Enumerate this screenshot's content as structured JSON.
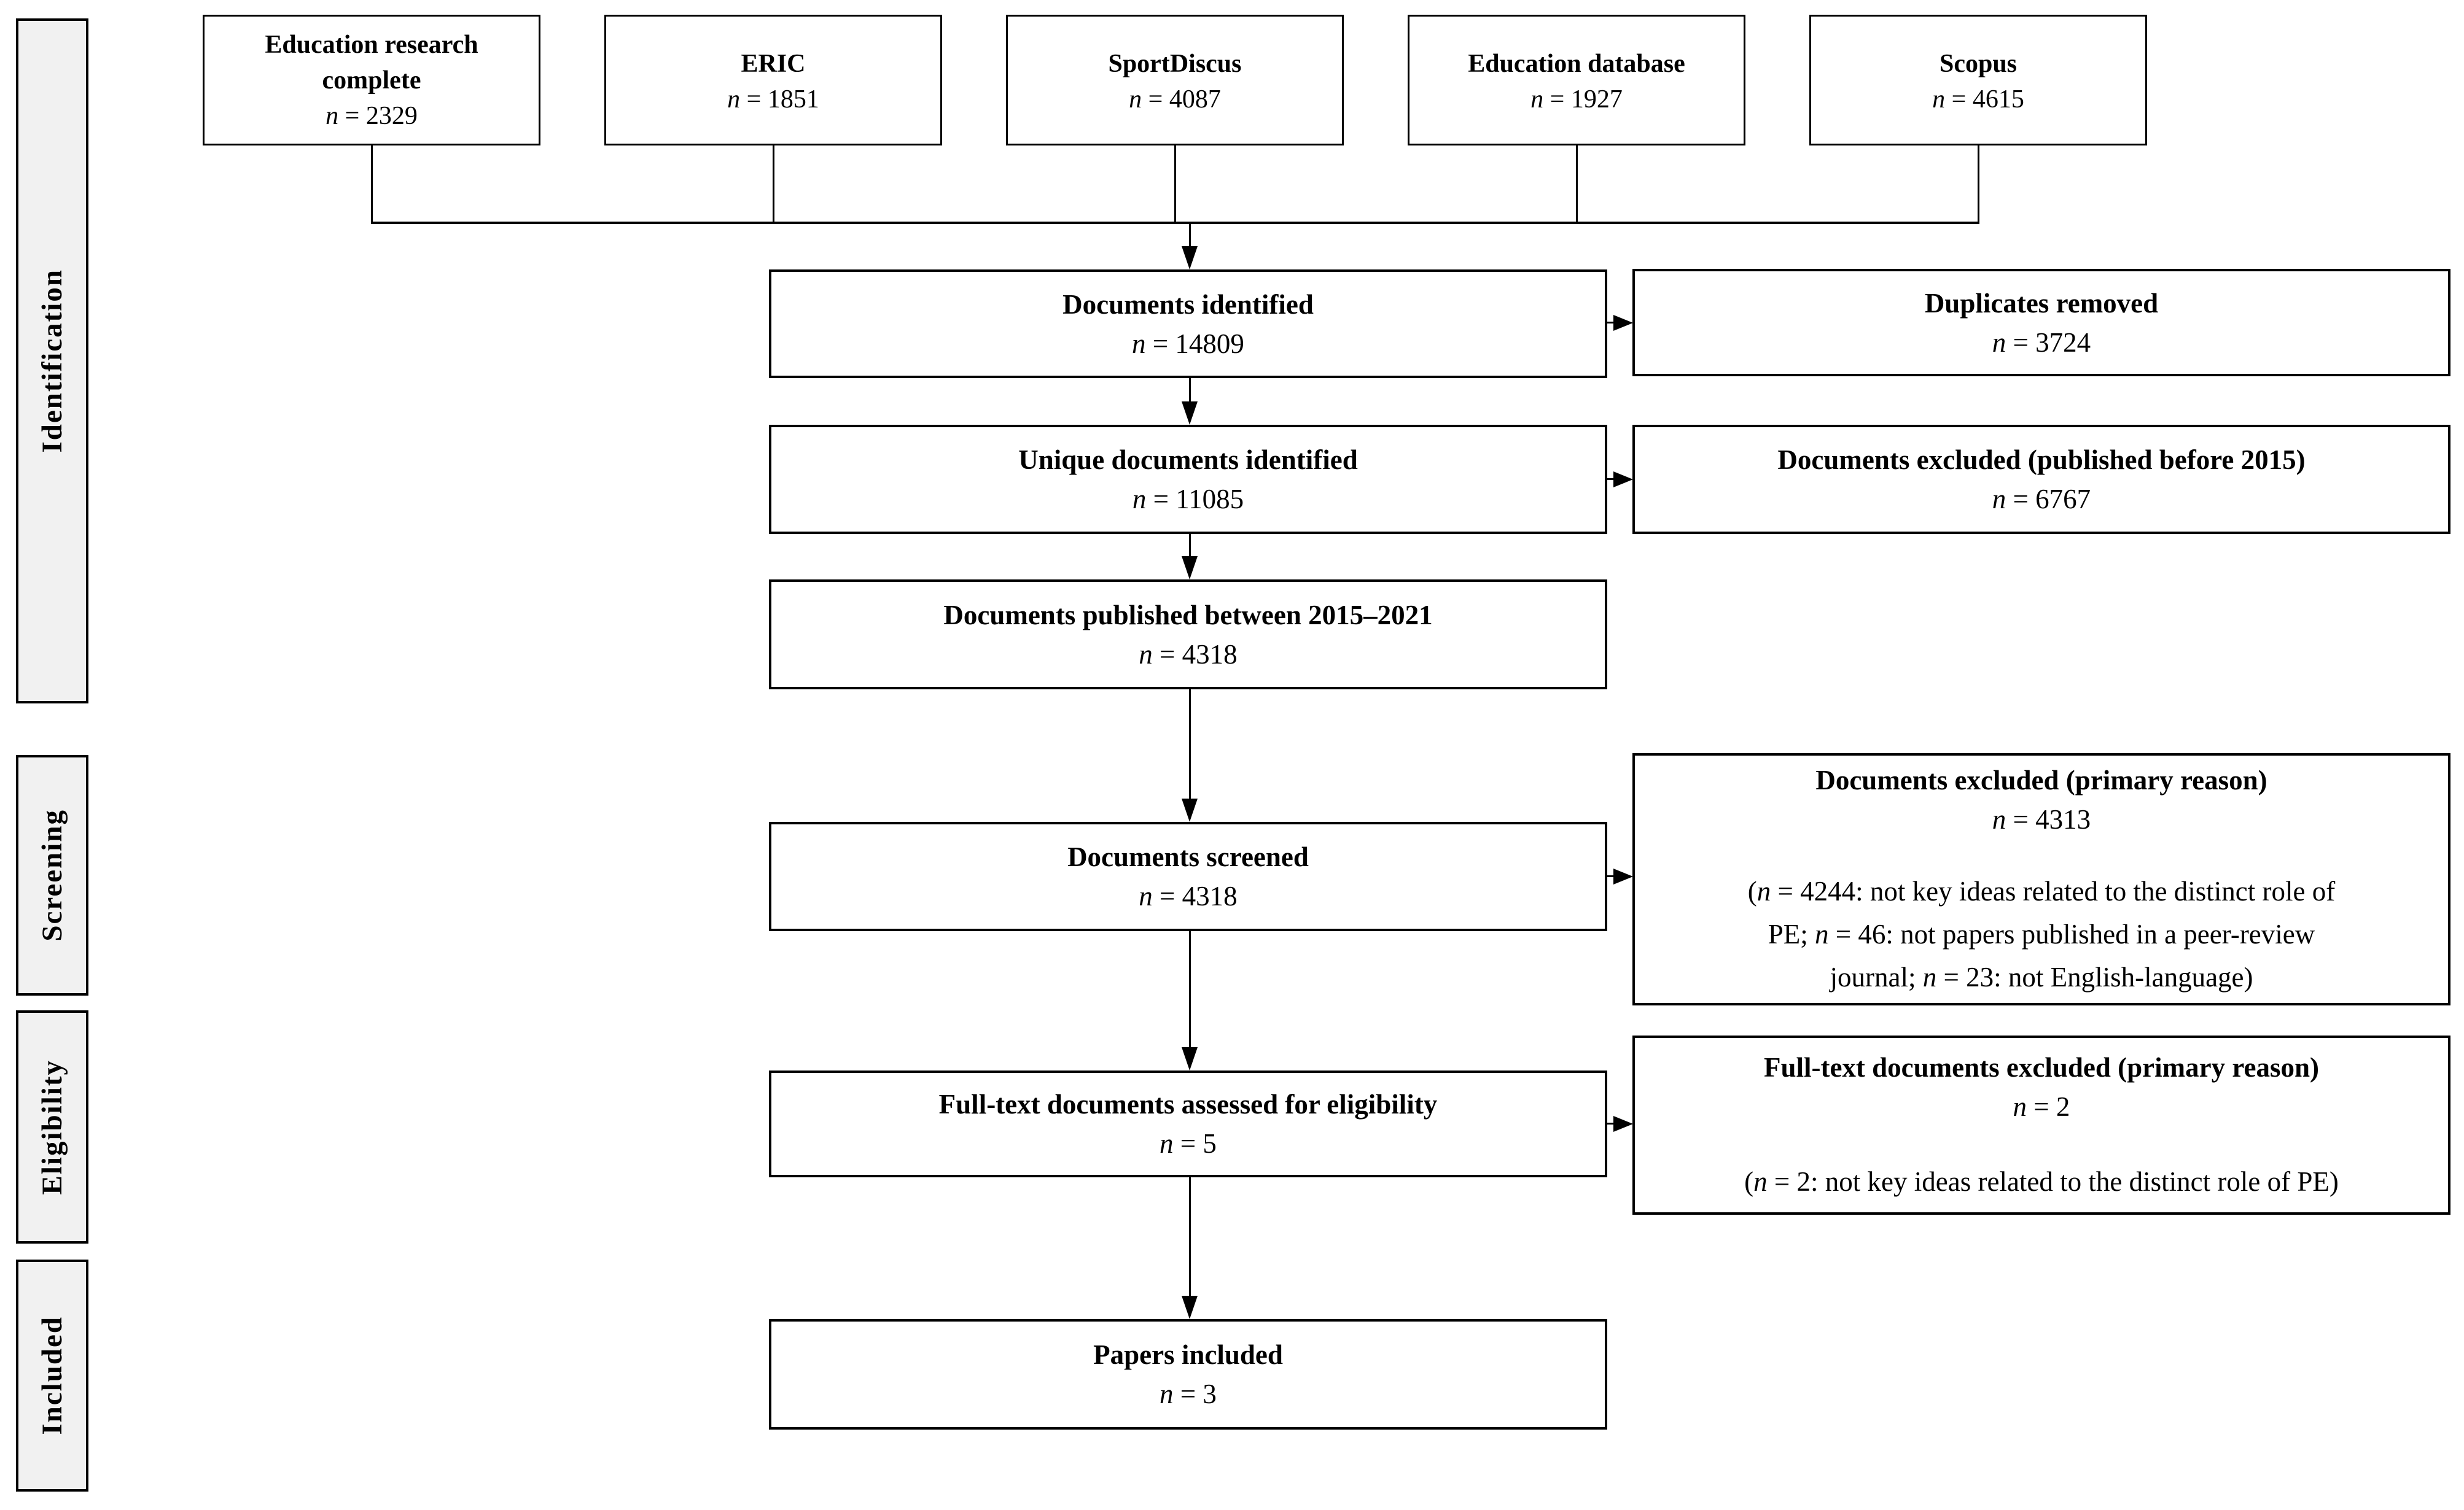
{
  "diagram": {
    "stages": [
      {
        "label": "Identification"
      },
      {
        "label": "Screening"
      },
      {
        "label": "Eligibility"
      },
      {
        "label": "Included"
      }
    ],
    "sources": [
      {
        "title": "Education research complete",
        "count": "n = 2329"
      },
      {
        "title": "ERIC",
        "count": "n = 1851"
      },
      {
        "title": "SportDiscus",
        "count": "n = 4087"
      },
      {
        "title": "Education database",
        "count": "n = 1927"
      },
      {
        "title": "Scopus",
        "count": "n = 4615"
      }
    ],
    "main_flow": [
      {
        "title": "Documents identified",
        "count": "n = 14809"
      },
      {
        "title": "Unique documents identified",
        "count": "n = 11085"
      },
      {
        "title": "Documents published between 2015–2021",
        "count": "n = 4318"
      },
      {
        "title": "Documents screened",
        "count": "n = 4318"
      },
      {
        "title": "Full-text documents assessed for eligibility",
        "count": "n = 5"
      },
      {
        "title": "Papers included",
        "count": "n = 3"
      }
    ],
    "side_boxes": [
      {
        "title": "Duplicates removed",
        "count": "n = 3724"
      },
      {
        "title": "Documents excluded (published before 2015)",
        "count": "n = 6767"
      },
      {
        "title": "Documents excluded (primary reason)",
        "count": "n = 4313",
        "detail_lines": [
          "(n = 4244: not key ideas related to the distinct role of",
          "PE; n = 46: not papers published in a peer-review",
          "journal; n = 23: not English-language)"
        ]
      },
      {
        "title": "Full-text documents excluded (primary reason)",
        "count": "n = 2",
        "detail_lines": [
          "(n = 2: not key ideas related to the distinct role of PE)"
        ]
      }
    ],
    "colors": {
      "stage_fill": "#f1f1f1",
      "border": "#000000",
      "background": "#ffffff"
    }
  }
}
